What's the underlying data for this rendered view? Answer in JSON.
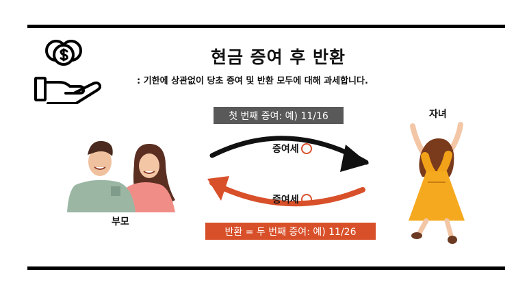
{
  "header": {
    "title": "현금 증여 후 반환",
    "subtitle": ": 기한에 상관없이 당초 증여 및 반환 모두에 대해 과세합니다."
  },
  "icons": {
    "money": "hand-with-coins-icon",
    "tax_mark": "circle-o-icon"
  },
  "flow": {
    "first_gift_label": "첫 번째 증여: 예) 11/16",
    "return_label": "반환 = 두 번째 증여: 예) 11/26",
    "gift_tax_upper": "증여세",
    "gift_tax_lower": "증여세"
  },
  "people": {
    "parents": "부모",
    "child": "자녀"
  },
  "colors": {
    "accent_red": "#d8502a",
    "dark_gray": "#595959",
    "black": "#000000"
  }
}
